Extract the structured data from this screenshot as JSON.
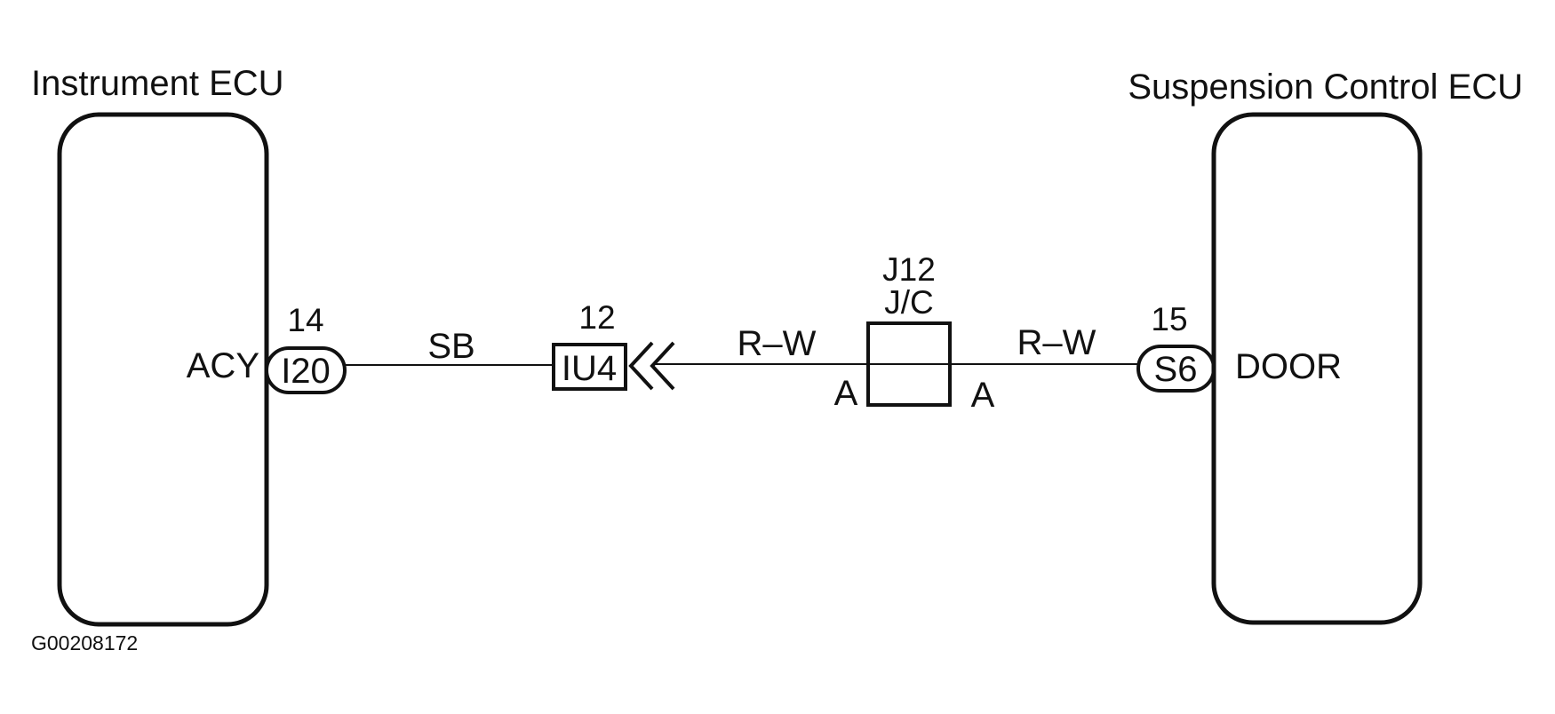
{
  "diagram_id": "G00208172",
  "colors": {
    "ink": "#111111",
    "background": "#ffffff"
  },
  "left_ecu": {
    "title": "Instrument ECU",
    "terminal": "ACY",
    "connector": "I20",
    "pin": "14"
  },
  "right_ecu": {
    "title": "Suspension Control ECU",
    "terminal": "DOOR",
    "connector": "S6",
    "pin": "15"
  },
  "wires": [
    {
      "color_code": "SB"
    },
    {
      "color_code": "R–W"
    },
    {
      "color_code": "R–W"
    }
  ],
  "inline_connector": {
    "name": "IU4",
    "pin": "12",
    "symbol": "double-chevron-icon"
  },
  "junction": {
    "name": "J12",
    "type": "J/C",
    "left_pin": "A",
    "right_pin": "A"
  }
}
